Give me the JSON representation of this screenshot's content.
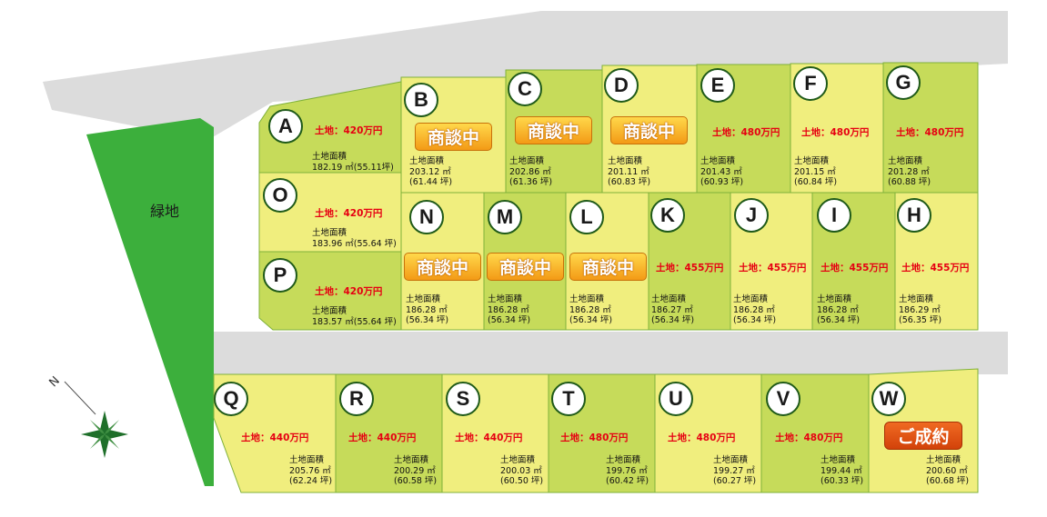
{
  "green_space_label": "緑地",
  "compass": {
    "north_label": "N"
  },
  "colors": {
    "road": "#dcdcdc",
    "green_space": "#3caf3c",
    "lot_yellow": "#f0ee7e",
    "lot_green": "#c6db5a",
    "price_red": "#e60012"
  },
  "lots": [
    {
      "id": "A",
      "price": "土地：420万円",
      "status": null,
      "area_label": "土地面積",
      "area": "182.19 ㎡(55.11坪)"
    },
    {
      "id": "B",
      "price": null,
      "status": "商談中",
      "area_label": "土地面積",
      "area": "203.12 ㎡",
      "tsubo": "(61.44 坪)"
    },
    {
      "id": "C",
      "price": null,
      "status": "商談中",
      "area_label": "土地面積",
      "area": "202.86 ㎡",
      "tsubo": "(61.36 坪)"
    },
    {
      "id": "D",
      "price": null,
      "status": "商談中",
      "area_label": "土地面積",
      "area": "201.11 ㎡",
      "tsubo": "(60.83 坪)"
    },
    {
      "id": "E",
      "price": "土地：480万円",
      "status": null,
      "area_label": "土地面積",
      "area": "201.43 ㎡",
      "tsubo": "(60.93 坪)"
    },
    {
      "id": "F",
      "price": "土地：480万円",
      "status": null,
      "area_label": "土地面積",
      "area": "201.15 ㎡",
      "tsubo": "(60.84 坪)"
    },
    {
      "id": "G",
      "price": "土地：480万円",
      "status": null,
      "area_label": "土地面積",
      "area": "201.28 ㎡",
      "tsubo": "(60.88 坪)"
    },
    {
      "id": "O",
      "price": "土地：420万円",
      "status": null,
      "area_label": "土地面積",
      "area": "183.96 ㎡(55.64 坪)"
    },
    {
      "id": "P",
      "price": "土地：420万円",
      "status": null,
      "area_label": "土地面積",
      "area": "183.57 ㎡(55.64 坪)"
    },
    {
      "id": "N",
      "price": null,
      "status": "商談中",
      "area_label": "土地面積",
      "area": "186.28 ㎡",
      "tsubo": "(56.34 坪)"
    },
    {
      "id": "M",
      "price": null,
      "status": "商談中",
      "area_label": "土地面積",
      "area": "186.28 ㎡",
      "tsubo": "(56.34 坪)"
    },
    {
      "id": "L",
      "price": null,
      "status": "商談中",
      "area_label": "土地面積",
      "area": "186.28 ㎡",
      "tsubo": "(56.34 坪)"
    },
    {
      "id": "K",
      "price": "土地：455万円",
      "status": null,
      "area_label": "土地面積",
      "area": "186.27 ㎡",
      "tsubo": "(56.34 坪)"
    },
    {
      "id": "J",
      "price": "土地：455万円",
      "status": null,
      "area_label": "土地面積",
      "area": "186.28 ㎡",
      "tsubo": "(56.34 坪)"
    },
    {
      "id": "I",
      "price": "土地：455万円",
      "status": null,
      "area_label": "土地面積",
      "area": "186.28 ㎡",
      "tsubo": "(56.34 坪)"
    },
    {
      "id": "H",
      "price": "土地：455万円",
      "status": null,
      "area_label": "土地面積",
      "area": "186.29 ㎡",
      "tsubo": "(56.35 坪)"
    },
    {
      "id": "Q",
      "price": "土地：440万円",
      "status": null,
      "area_label": "土地面積",
      "area": "205.76 ㎡",
      "tsubo": "(62.24 坪)"
    },
    {
      "id": "R",
      "price": "土地：440万円",
      "status": null,
      "area_label": "土地面積",
      "area": "200.29 ㎡",
      "tsubo": "(60.58 坪)"
    },
    {
      "id": "S",
      "price": "土地：440万円",
      "status": null,
      "area_label": "土地面積",
      "area": "200.03 ㎡",
      "tsubo": "(60.50 坪)"
    },
    {
      "id": "T",
      "price": "土地：480万円",
      "status": null,
      "area_label": "土地面積",
      "area": "199.76 ㎡",
      "tsubo": "(60.42 坪)"
    },
    {
      "id": "U",
      "price": "土地：480万円",
      "status": null,
      "area_label": "土地面積",
      "area": "199.27 ㎡",
      "tsubo": "(60.27 坪)"
    },
    {
      "id": "V",
      "price": "土地：480万円",
      "status": null,
      "area_label": "土地面積",
      "area": "199.44 ㎡",
      "tsubo": "(60.33 坪)"
    },
    {
      "id": "W",
      "price": null,
      "status": "ご成約",
      "area_label": "土地面積",
      "area": "200.60 ㎡",
      "tsubo": "(60.68 坪)"
    }
  ]
}
